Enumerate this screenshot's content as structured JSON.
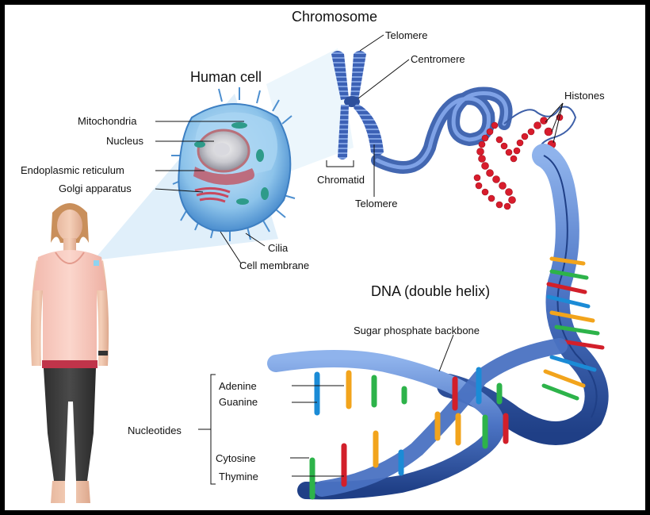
{
  "titles": {
    "chromosome": "Chromosome",
    "human_cell": "Human cell",
    "dna": "DNA (double helix)"
  },
  "cell_labels": {
    "mitochondria": "Mitochondria",
    "nucleus": "Nucleus",
    "er": "Endoplasmic reticulum",
    "golgi": "Golgi apparatus",
    "cilia": "Cilia",
    "membrane": "Cell membrane"
  },
  "chromosome_labels": {
    "telomere_top": "Telomere",
    "centromere": "Centromere",
    "chromatid": "Chromatid",
    "telomere_bottom": "Telomere",
    "histones": "Histones"
  },
  "dna_labels": {
    "backbone": "Sugar phosphate backbone",
    "nucleotides": "Nucleotides",
    "adenine": "Adenine",
    "guanine": "Guanine",
    "cytosine": "Cytosine",
    "thymine": "Thymine"
  },
  "colors": {
    "frame": "#000000",
    "helix_blue": "#3f67b8",
    "cell_blue": "#8cc3ea",
    "histone_red": "#d81c2c",
    "adenine": "#f2a41c",
    "guanine": "#1b8bd6",
    "cytosine": "#2db34a",
    "thymine": "#d21f2a"
  }
}
